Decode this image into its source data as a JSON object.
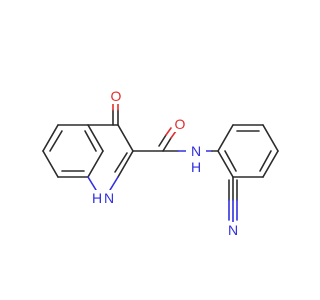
{
  "molecule": {
    "colors": {
      "bond": "#2b2b2b",
      "oxygen": "#e03030",
      "nitrogen": "#3030e0",
      "background": "#ffffff"
    },
    "atom_labels": {
      "ring_oxygen": "O",
      "amide_oxygen": "O",
      "ring_nh": "H",
      "ring_n": "N",
      "amide_n": "N",
      "amide_h": "H",
      "nitrile_n": "N"
    }
  }
}
